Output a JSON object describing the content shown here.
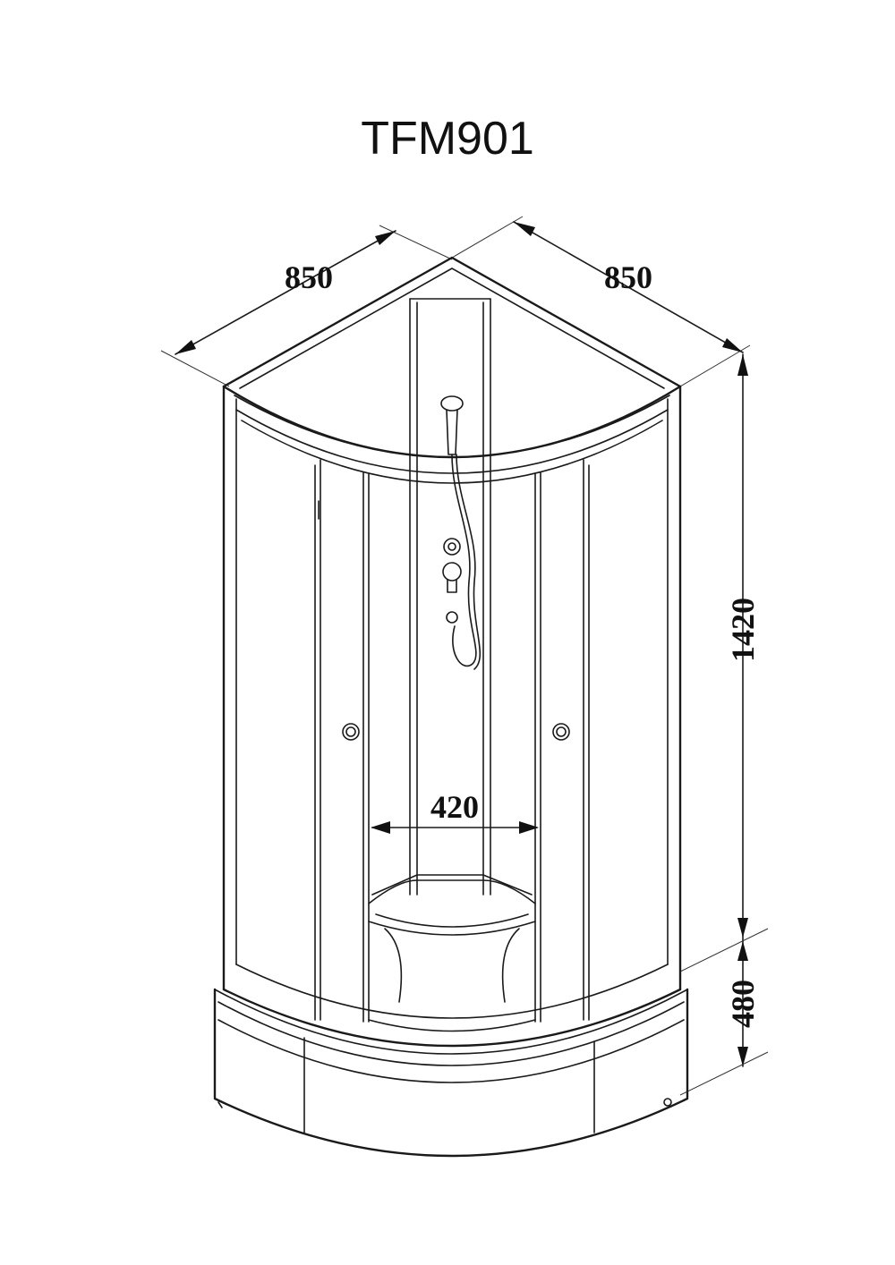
{
  "title": "TFM901",
  "dimensions": {
    "depth_left": "850",
    "depth_right": "850",
    "height_cabin": "1420",
    "height_tray": "480",
    "door_opening": "420"
  },
  "colors": {
    "line": "#1a1a1a",
    "background": "#ffffff"
  }
}
